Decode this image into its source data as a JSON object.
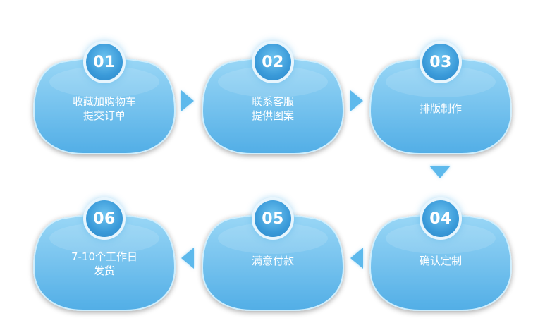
{
  "steps": [
    {
      "number": "01",
      "lines": [
        "收藏加购物车",
        "提交订单"
      ]
    },
    {
      "number": "02",
      "lines": [
        "联系客服",
        "提供图案"
      ]
    },
    {
      "number": "03",
      "lines": [
        "排版制作"
      ]
    },
    {
      "number": "04",
      "lines": [
        "确认定制"
      ]
    },
    {
      "number": "05",
      "lines": [
        "满意付款"
      ]
    },
    {
      "number": "06",
      "lines": [
        "7-10个工作日",
        "发货"
      ]
    }
  ],
  "colors": {
    "cloud_top": "#9ad7f6",
    "cloud_bottom": "#52aee6",
    "arrow": "#5db9ec",
    "badge": "#3a9ad9"
  }
}
